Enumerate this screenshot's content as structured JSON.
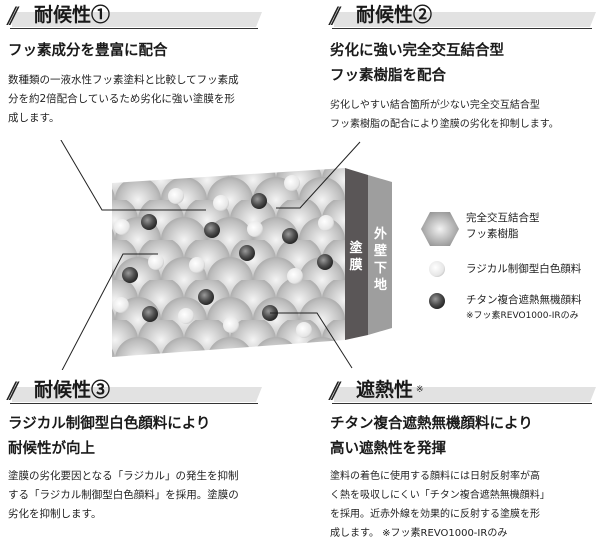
{
  "sections": [
    {
      "heading": "耐候性①",
      "subtitle_lines": [
        "フッ素成分を豊富に配合"
      ],
      "body_lines": [
        "数種類の一液水性フッ素塗料と比較してフッ素成",
        "分を約2倍配合しているため劣化に強い塗膜を形",
        "成します。"
      ]
    },
    {
      "heading": "耐候性②",
      "subtitle_lines": [
        "劣化に強い完全交互結合型",
        "フッ素樹脂を配合"
      ],
      "body_lines": [
        "劣化しやすい結合箇所が少ない完全交互結合型",
        "フッ素樹脂の配合により塗膜の劣化を抑制します。"
      ]
    },
    {
      "heading": "耐候性③",
      "subtitle_lines": [
        "ラジカル制御型白色顔料により",
        "耐候性が向上"
      ],
      "body_lines": [
        "塗膜の劣化要因となる「ラジカル」の発生を抑制",
        "する「ラジカル制御型白色顔料」を採用。塗膜の",
        "劣化を抑制します。"
      ]
    },
    {
      "heading": "遮熱性",
      "heading_sup": "※",
      "subtitle_lines": [
        "チタン複合遮熱無機顔料により",
        "高い遮熱性を発揮"
      ],
      "body_lines": [
        "塗料の着色に使用する顔料には日射反射率が高",
        "く熱を吸収しにくい「チタン複合遮熱無機顔料」",
        "を採用。近赤外線を効果的に反射する塗膜を形",
        "成します。 ※フッ素REVO1000-IRのみ"
      ]
    }
  ],
  "diagram": {
    "layer_coating_label": "塗膜",
    "layer_substrate_label": "外壁下地",
    "colors": {
      "coating": "#5a5657",
      "substrate": "#9e9e9e",
      "resin": "#c8c8c8",
      "white_pigment": "#f2f2f2",
      "dark_pigment": "#4a4a4a"
    }
  },
  "legend": [
    {
      "icon": "hexagon-resin-icon",
      "lines": [
        "完全交互結合型",
        "フッ素樹脂"
      ]
    },
    {
      "icon": "white-sphere-icon",
      "lines": [
        "ラジカル制御型白色顔料"
      ]
    },
    {
      "icon": "dark-sphere-icon",
      "lines": [
        "チタン複合遮熱無機顔料"
      ],
      "note": "※フッ素REVO1000-IRのみ"
    }
  ]
}
